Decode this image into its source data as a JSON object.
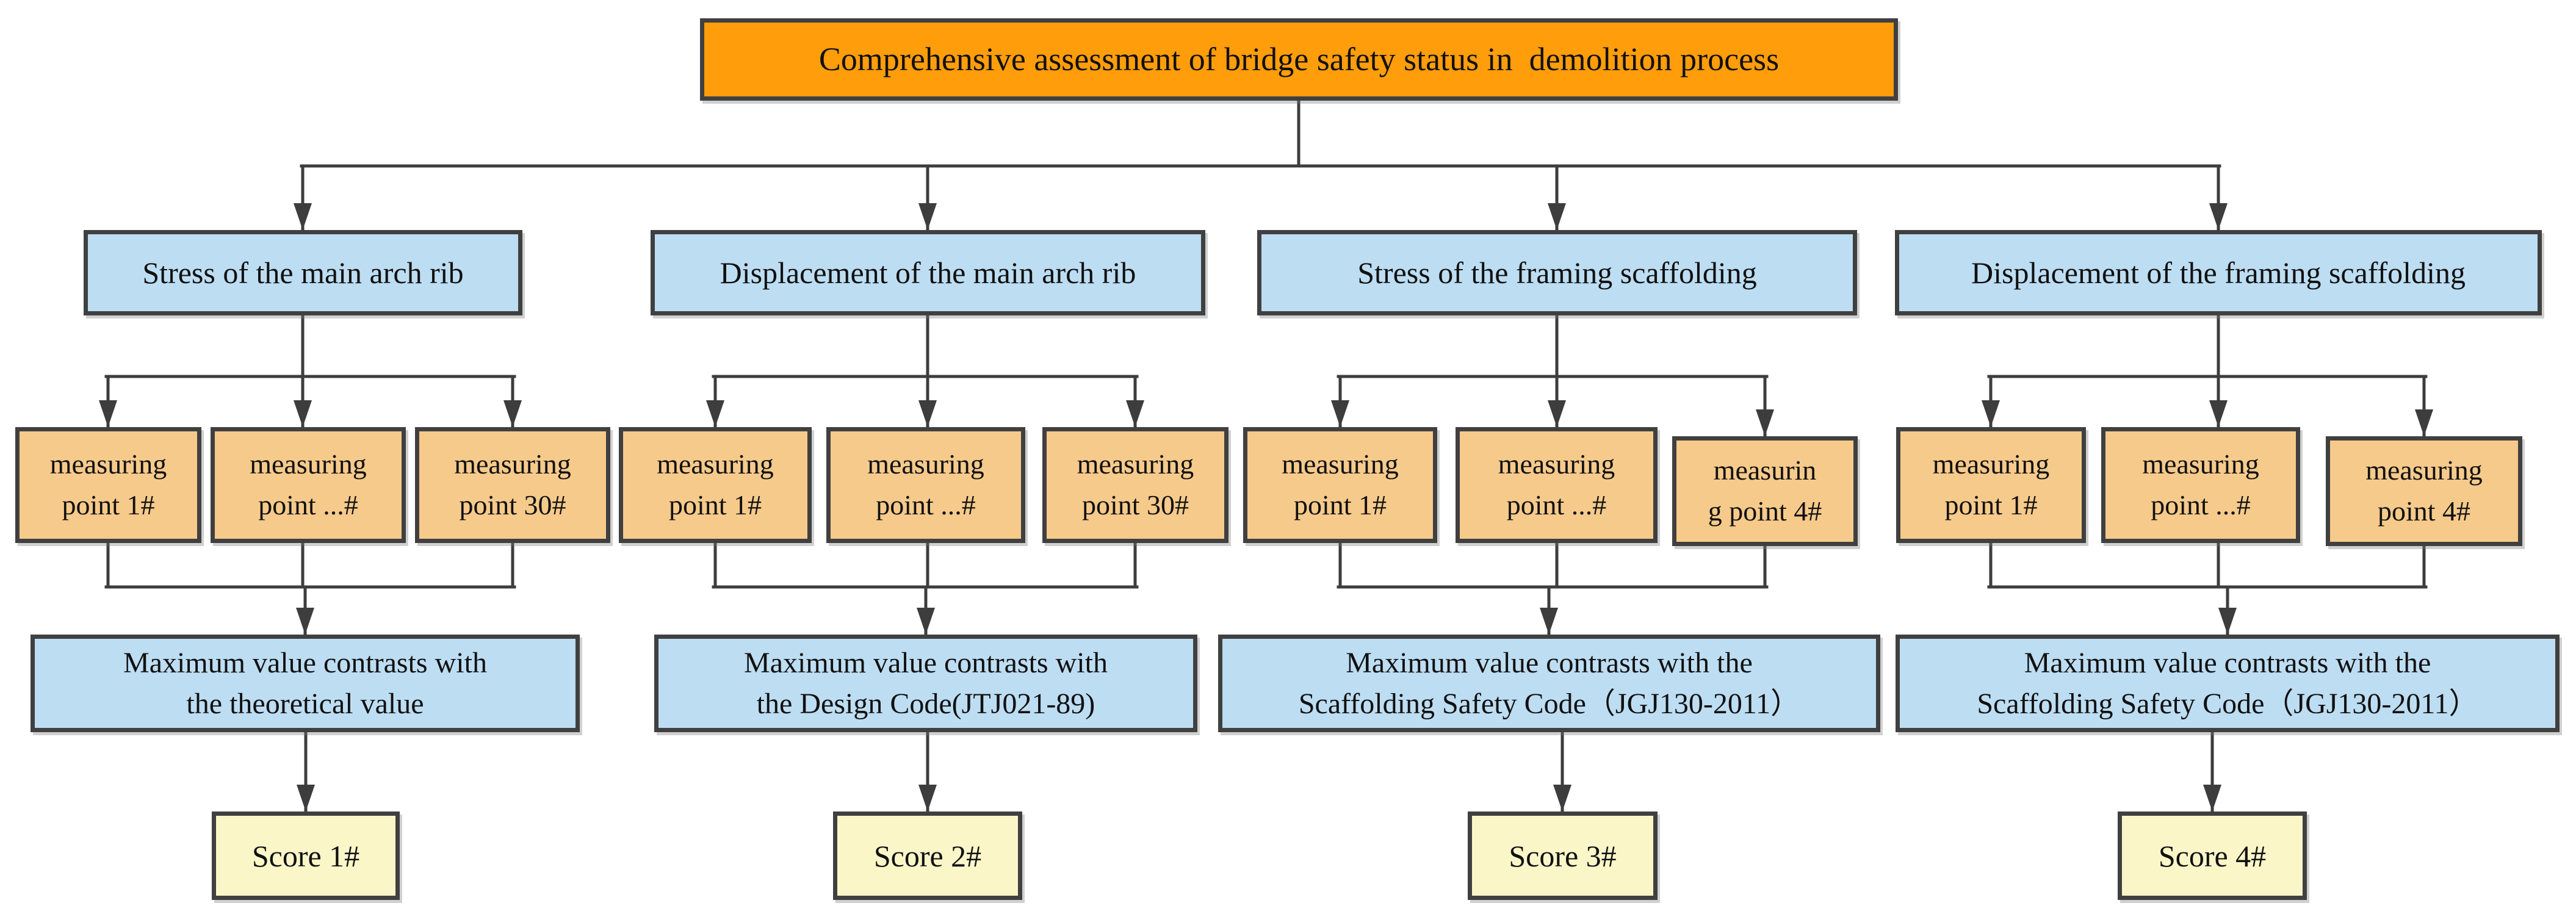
{
  "title": "Comprehensive assessment of bridge safety status in  demolition process",
  "branches": [
    {
      "category": "Stress of the main arch rib",
      "points": [
        [
          "measuring",
          "point 1#"
        ],
        [
          "measuring",
          "point ...#"
        ],
        [
          "measuring",
          "point 30#"
        ]
      ],
      "contrast": [
        "Maximum value contrasts with",
        "the theoretical value"
      ],
      "score": "Score 1#"
    },
    {
      "category": "Displacement of the main arch rib",
      "points": [
        [
          "measuring",
          "point 1#"
        ],
        [
          "measuring",
          "point ...#"
        ],
        [
          "measuring",
          "point 30#"
        ]
      ],
      "contrast": [
        "Maximum value contrasts with",
        "the Design Code(JTJ021-89)"
      ],
      "score": "Score 2#"
    },
    {
      "category": "Stress of the framing scaffolding",
      "points": [
        [
          "measuring",
          "point 1#"
        ],
        [
          "measuring",
          "point ...#"
        ],
        [
          "measurin",
          "g point 4#"
        ]
      ],
      "contrast": [
        "Maximum value contrasts with the",
        "Scaffolding Safety Code（JGJ130-2011）"
      ],
      "score": "Score 3#"
    },
    {
      "category": "Displacement of the framing scaffolding",
      "points": [
        [
          "measuring",
          "point 1#"
        ],
        [
          "measuring",
          "point ...#"
        ],
        [
          "measuring",
          "point 4#"
        ]
      ],
      "contrast": [
        "Maximum value contrasts with the",
        "Scaffolding Safety Code（JGJ130-2011）"
      ],
      "score": "Score 4#"
    }
  ],
  "colors": {
    "root_fill": "#FF9D0B",
    "category_fill": "#BDDDF2",
    "point_fill": "#F6CA8B",
    "score_fill": "#FAF6C8",
    "border": "#404040",
    "connector": "#3d3d3d"
  }
}
